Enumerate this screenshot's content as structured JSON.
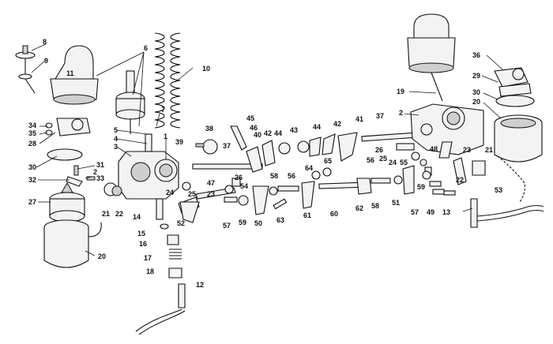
{
  "diagram": {
    "type": "exploded-parts-diagram",
    "callouts": [
      "1",
      "2",
      "3",
      "4",
      "5",
      "6",
      "7",
      "8",
      "9",
      "10",
      "11",
      "12",
      "13",
      "14",
      "15",
      "16",
      "17",
      "18",
      "19",
      "20",
      "21",
      "22",
      "23",
      "24",
      "25",
      "26",
      "27",
      "28",
      "29",
      "30",
      "31",
      "32",
      "33",
      "34",
      "35",
      "36",
      "37",
      "38",
      "39",
      "40",
      "41",
      "42",
      "43",
      "44",
      "45",
      "46",
      "47",
      "48",
      "49",
      "50",
      "51",
      "52",
      "53",
      "54",
      "55",
      "56",
      "57",
      "58",
      "59",
      "60",
      "61",
      "62",
      "63",
      "64",
      "65"
    ]
  }
}
